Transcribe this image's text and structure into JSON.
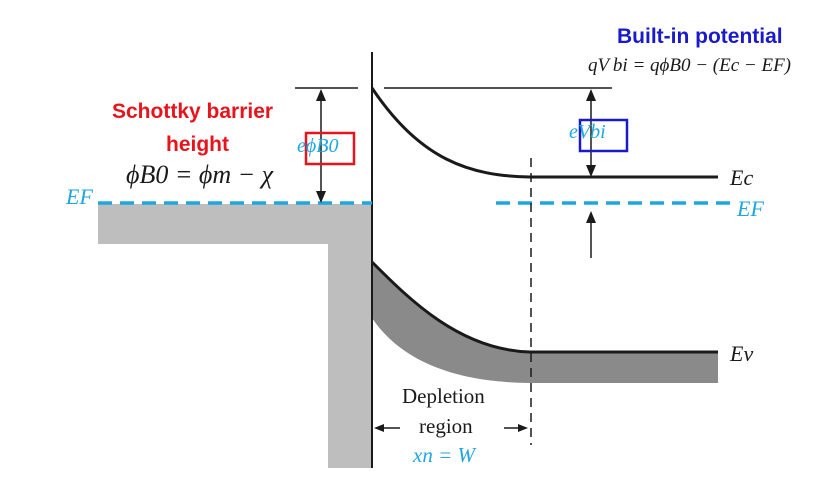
{
  "labels": {
    "builtin_title": "Built-in potential",
    "builtin_eq": "qV bi = qϕB0 − (Ec − EF)",
    "schottky_line1": "Schottky barrier",
    "schottky_line2": "height",
    "schottky_eq": "ϕB0 = ϕm − χ",
    "ef_left": "EF",
    "ef_right": "EF",
    "ec": "Ec",
    "ev": "Ev",
    "e_phi_b0": "eϕB0",
    "e_vbi": "eVbi",
    "depletion_line1": "Depletion",
    "depletion_line2": "region",
    "xn_w": "xn = W"
  },
  "colors": {
    "red": "#e8141c",
    "blue": "#1a1acc",
    "cyan": "#1ea6e0",
    "gray_metal": "#bebebe",
    "gray_band": "#8a8a8a",
    "black": "#1a1a1a"
  }
}
